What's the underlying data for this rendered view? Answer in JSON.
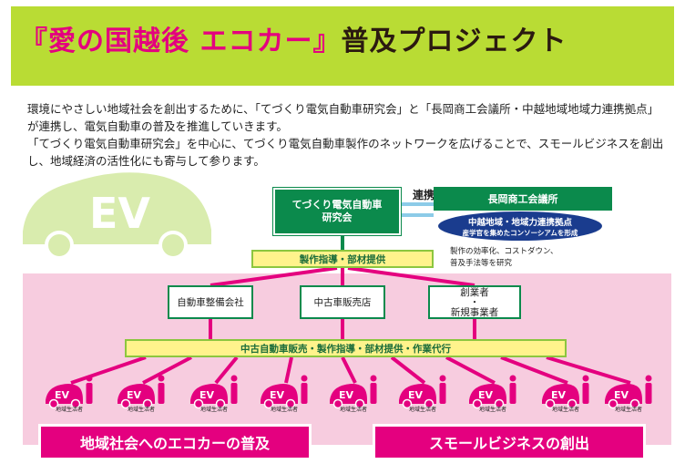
{
  "colors": {
    "banner_green": "#b9dc34",
    "magenta": "#e4007f",
    "dark_green": "#0b8a4c",
    "navy": "#1a3c8e",
    "yellow": "#fff38c",
    "pink_bg": "#f7ccdf"
  },
  "title": {
    "part1": "『愛の国越後 エコカー』",
    "part2": "普及プロジェクト"
  },
  "intro": [
    "環境にやさしい地域社会を創出するために、「てづくり電気自動車研究会」と「長岡商工会議所・中越地域地域力連携拠点」が連携し、電気自動車の普及を推進していきます。",
    "「てづくり電気自動車研究会」を中心に、てづくり電気自動車製作のネットワークを広げることで、スモールビジネスを創出し、地域経済の活性化にも寄与して参ります。"
  ],
  "deco": {
    "letters": "EV"
  },
  "diagram": {
    "main_node": {
      "line1": "てづくり電気自動車",
      "line2": "研究会"
    },
    "link_label": "連携",
    "chamber": "長岡商工会議所",
    "hub": {
      "title": "中越地域・地域力連携拠点",
      "subtitle": "産学官を集めたコンソーシアムを形成"
    },
    "hub_notes": [
      "製作の効率化、コストダウン、",
      "普及手法等を研究"
    ],
    "bar1": "製作指導・部材提供",
    "mid_nodes": [
      {
        "line1": "自動車整備会社",
        "line2": ""
      },
      {
        "line1": "中古車販売店",
        "line2": ""
      },
      {
        "line1": "創業者",
        "dot": "・",
        "line2": "新規事業者"
      }
    ],
    "bar2": "中古自動車販売・製作指導・部材提供・作業代行",
    "leaf_icon_text": "EV",
    "leaves": [
      "地域生活者",
      "地域生活者",
      "地域生活者",
      "地域生活者",
      "地域生活者",
      "地域生活者",
      "地域生活者",
      "地域生活者",
      "地域生活者"
    ]
  },
  "bottom": {
    "left": "地域社会へのエコカーの普及",
    "right": "スモールビジネスの創出"
  }
}
